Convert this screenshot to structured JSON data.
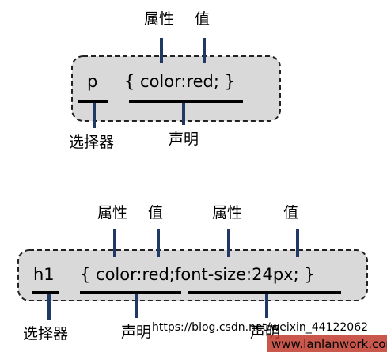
{
  "diagram1": {
    "selector": "p",
    "declaration_code": "{ color:red; }",
    "label_property": "属性",
    "label_value": "值",
    "label_selector": "选择器",
    "label_declaration": "声明"
  },
  "diagram2": {
    "selector": "h1",
    "declaration_code": "{ color:red;font-size:24px; }",
    "label_property_1": "属性",
    "label_value_1": "值",
    "label_property_2": "属性",
    "label_value_2": "值",
    "label_selector": "选择器",
    "label_declaration_1": "声明",
    "label_declaration_2": "声明"
  },
  "watermark": {
    "blog_text": "https://blog.csdn.net/weixin_44122062",
    "site_text": "www.lanlanwork.com"
  },
  "colors": {
    "box_fill": "#d9d9d9",
    "line_color": "#1f3864",
    "underline_color": "#000000",
    "watermark_bg": "#c0392b"
  }
}
